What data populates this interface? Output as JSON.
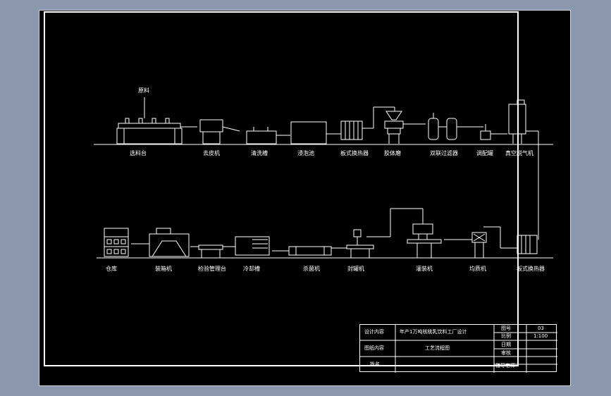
{
  "colors": {
    "screen_bg": "#8a97ac",
    "sheet_bg": "#000000",
    "line": "#ffffff"
  },
  "top_row": {
    "raw_material_label": "原料",
    "equipment": [
      "选料台",
      "去皮机",
      "清洗槽",
      "浸泡池",
      "板式换热器",
      "胶体磨",
      "双联过滤器",
      "调配罐",
      "真空脱气机"
    ]
  },
  "bottom_row": {
    "equipment": [
      "仓库",
      "装箱机",
      "检验管理台",
      "冷却槽",
      "杀菌机",
      "封罐机",
      "灌装机",
      "均质机",
      "板式换热器"
    ]
  },
  "title_block": {
    "design_content_label": "设计内容",
    "design_content_value": "年产1万吨核桃乳饮料工厂设计",
    "drawing_content_label": "图纸内容",
    "drawing_content_value": "工艺流程图",
    "name_label": "姓名",
    "name_value": "",
    "drawing_no_label": "图号",
    "drawing_no_value": "03",
    "scale_label": "比例",
    "scale_value": "1:100",
    "date_label": "日期",
    "date_value": "",
    "review_label": "审核",
    "review_value": "",
    "advisor_label": "指导老师",
    "advisor_value": ""
  }
}
